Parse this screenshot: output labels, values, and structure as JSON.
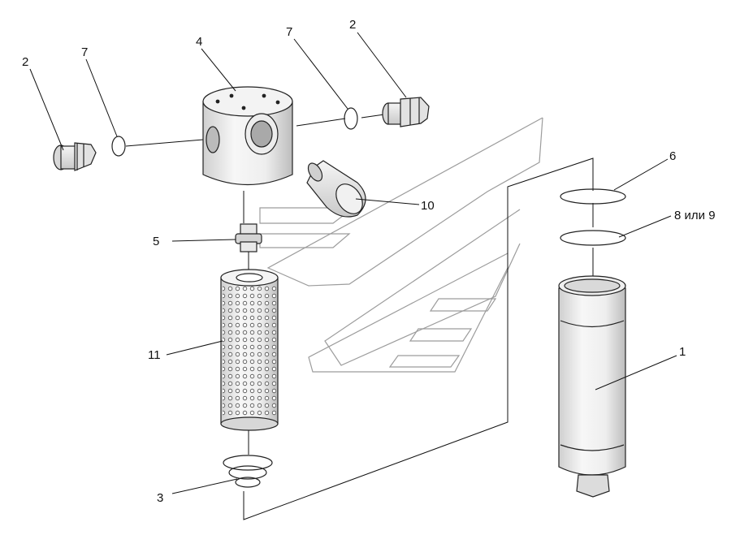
{
  "labels": {
    "p1": "1",
    "p2_left": "2",
    "p2_right": "2",
    "p3": "3",
    "p4": "4",
    "p5": "5",
    "p6": "6",
    "p7_left": "7",
    "p7_right": "7",
    "p8": "8 или 9",
    "p10": "10",
    "p11": "11"
  },
  "colors": {
    "line": "#111111",
    "part_fill": "#f2f2f2",
    "part_shade": "#d6d6d6",
    "watermark": "#9c9c9c"
  }
}
